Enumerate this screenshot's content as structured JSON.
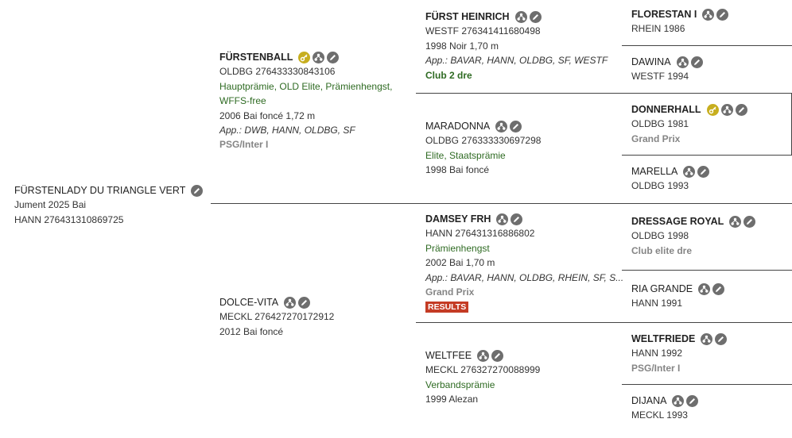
{
  "subject": {
    "name": "FÜRSTENLADY DU TRIANGLE VERT",
    "line1": "Jument 2025 Bai",
    "line2": "HANN 276431310869725"
  },
  "sire": {
    "name": "FÜRSTENBALL",
    "reg": "OLDBG 276433330843106",
    "awards": "Hauptprämie, OLD Elite, Prämienhengst,",
    "awards2": "WFFS-free",
    "birth": "2006 Bai foncé 1,72 m",
    "app": "App.: DWB, HANN, OLDBG, SF",
    "level": "PSG/Inter I"
  },
  "dam": {
    "name": "DOLCE-VITA",
    "reg": "MECKL 276427270172912",
    "birth": "2012 Bai foncé"
  },
  "ss": {
    "name": "FÜRST HEINRICH",
    "reg": "WESTF 276341411680498",
    "birth": "1998 Noir 1,70 m",
    "app": "App.: BAVAR, HANN, OLDBG, SF, WESTF",
    "level": "Club 2 dre"
  },
  "sd": {
    "name": "MARADONNA",
    "reg": "OLDBG 276333330697298",
    "awards": "Elite, Staatsprämie",
    "birth": "1998 Bai foncé"
  },
  "ds": {
    "name": "DAMSEY FRH",
    "reg": "HANN 276431316886802",
    "awards": "Prämienhengst",
    "birth": "2002 Bai 1,70 m",
    "app": "App.: BAVAR, HANN, OLDBG, RHEIN, SF, S...",
    "level": "Grand Prix",
    "results": "RESULTS"
  },
  "dd": {
    "name": "WELTFEE",
    "reg": "MECKL 276327270088999",
    "awards": "Verbandsprämie",
    "birth": "1999 Alezan"
  },
  "sss": {
    "name": "FLORESTAN I",
    "info": "RHEIN 1986"
  },
  "ssd": {
    "name": "DAWINA",
    "info": "WESTF 1994"
  },
  "sds": {
    "name": "DONNERHALL",
    "info": "OLDBG 1981",
    "level": "Grand Prix"
  },
  "sdd": {
    "name": "MARELLA",
    "info": "OLDBG 1993"
  },
  "dss": {
    "name": "DRESSAGE ROYAL",
    "info": "OLDBG 1998",
    "level": "Club elite dre"
  },
  "dsd": {
    "name": "RIA GRANDE",
    "info": "HANN 1991"
  },
  "dds": {
    "name": "WELTFRIEDE",
    "info": "HANN 1992",
    "level": "PSG/Inter I"
  },
  "ddd": {
    "name": "DIJANA",
    "info": "MECKL 1993"
  },
  "icons": {
    "key": "key-icon",
    "family": "family-tree-icon",
    "edit": "pencil-icon",
    "gold": "#c7ae1f",
    "gray": "#6e6e6e"
  }
}
